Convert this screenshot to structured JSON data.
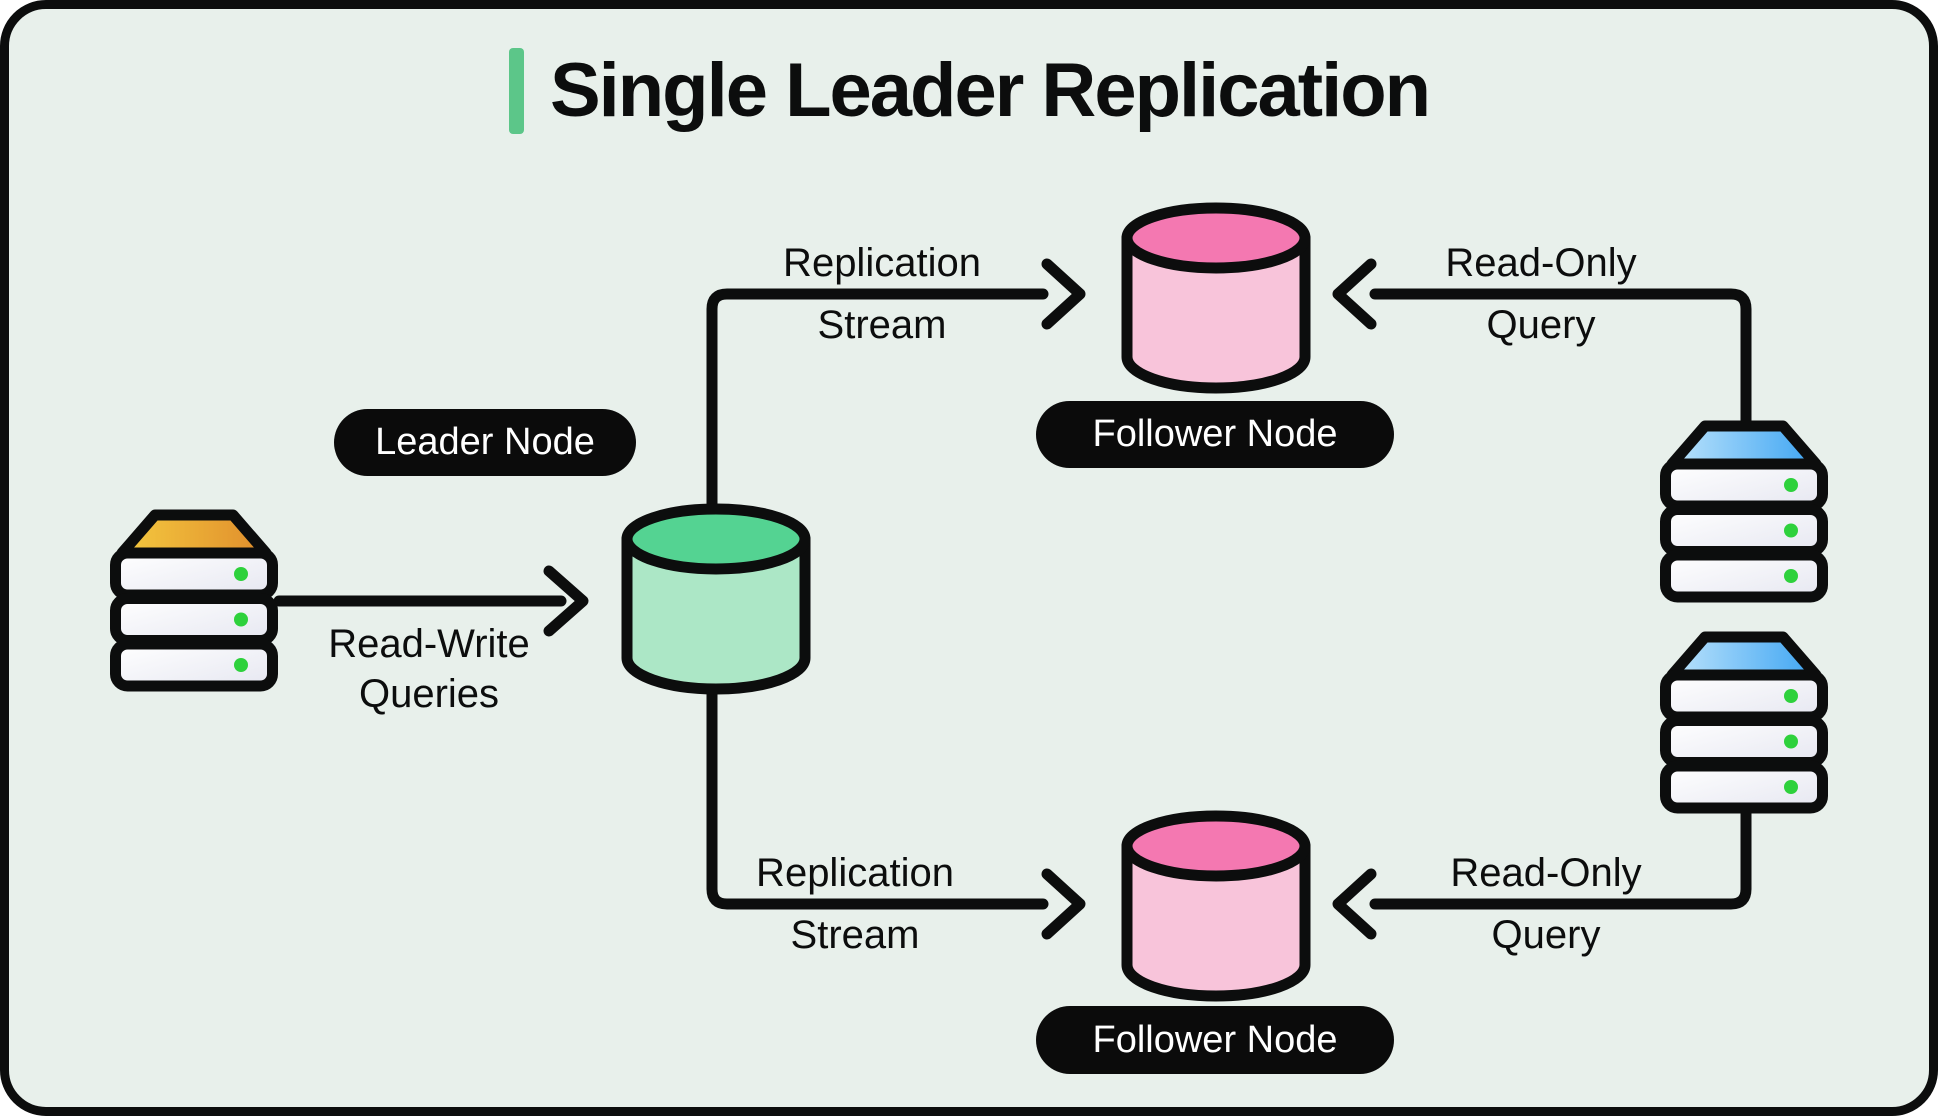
{
  "title": {
    "text": "Single Leader Replication"
  },
  "labels": {
    "leader_node": "Leader Node",
    "follower_node_top": "Follower Node",
    "follower_node_bottom": "Follower Node"
  },
  "edges": {
    "read_write": {
      "line1": "Read-Write",
      "line2": "Queries"
    },
    "replication_top": {
      "line1": "Replication",
      "line2": "Stream"
    },
    "replication_bottom": {
      "line1": "Replication",
      "line2": "Stream"
    },
    "read_only_top": {
      "line1": "Read-Only",
      "line2": "Query"
    },
    "read_only_bottom": {
      "line1": "Read-Only",
      "line2": "Query"
    }
  },
  "icons": {
    "leader_database": "database-cylinder-icon",
    "follower_database_top": "database-cylinder-icon",
    "follower_database_bottom": "database-cylinder-icon",
    "writer_client": "server-rack-icon",
    "reader_client_top": "server-rack-icon",
    "reader_client_bottom": "server-rack-icon"
  },
  "colors": {
    "canvas_bg": "#ffffff",
    "card_bg": "#e8f0eb",
    "ink": "#0c0d0d",
    "accent_green": "#5cc689",
    "leader_top": "#54d392",
    "leader_body": "#ace7c6",
    "follower_top": "#f478b1",
    "follower_body": "#f8c4da",
    "orange_grad_start": "#f4c93f",
    "orange_grad_end": "#e08d2c",
    "blue_grad_start": "#bce3fb",
    "blue_grad_end": "#3ea5f3",
    "slab_grad_start": "#ffffff",
    "slab_grad_end": "#e6e7f1",
    "led_green": "#2ed13c",
    "pill_bg": "#0b0b0b",
    "pill_text": "#ffffff"
  }
}
